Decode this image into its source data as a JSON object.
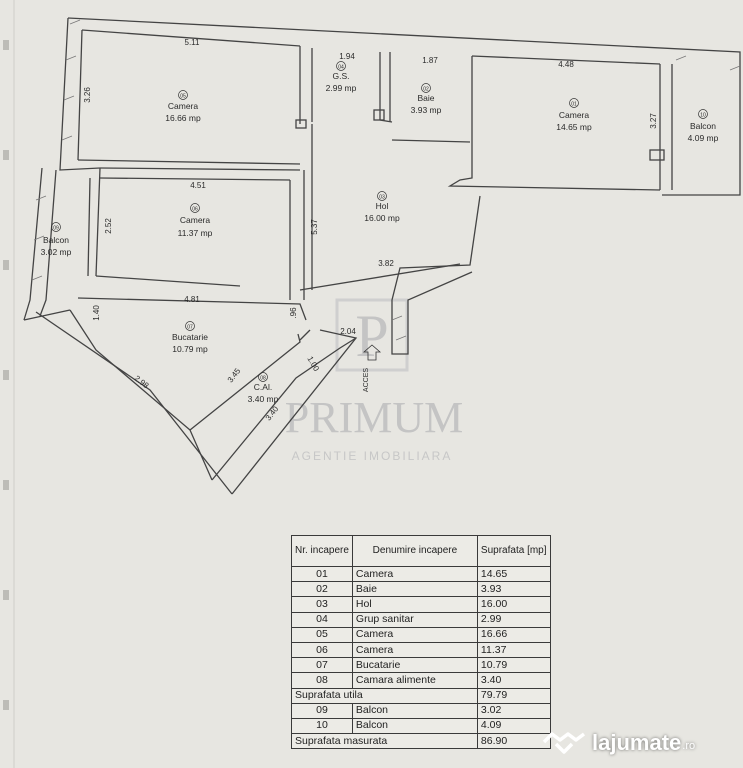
{
  "plan": {
    "rooms": [
      {
        "num": "05",
        "name": "Camera",
        "area": "16.66 mp"
      },
      {
        "num": "04",
        "name": "G.S.",
        "area": "2.99 mp"
      },
      {
        "num": "02",
        "name": "Baie",
        "area": "3.93 mp"
      },
      {
        "num": "01",
        "name": "Camera",
        "area": "14.65 mp"
      },
      {
        "num": "10",
        "name": "Balcon",
        "area": "4.09 mp"
      },
      {
        "num": "03",
        "name": "Hol",
        "area": "16.00 mp"
      },
      {
        "num": "06",
        "name": "Camera",
        "area": "11.37 mp"
      },
      {
        "num": "09",
        "name": "Balcon",
        "area": "3.02 mp"
      },
      {
        "num": "07",
        "name": "Bucatarie",
        "area": "10.79 mp"
      },
      {
        "num": "08",
        "name": "C.Al.",
        "area": "3.40 mp"
      }
    ],
    "dimensions": [
      "5.11",
      "1.94",
      "1.87",
      "4.48",
      "3.26",
      "3.27",
      "4.51",
      "2.52",
      "5.37",
      "3.82",
      "4.81",
      "1.40",
      ".96",
      "2.04",
      "1.00",
      "3.45",
      "3.40",
      "2.98"
    ],
    "access_label": "ACCES"
  },
  "watermark": {
    "logo_letter": "P",
    "name": "PRIMUM",
    "subtitle": "AGENTIE IMOBILIARA"
  },
  "table": {
    "headers": [
      "Nr. incapere",
      "Denumire incapere",
      "Suprafata [mp]"
    ],
    "rows": [
      {
        "nr": "01",
        "name": "Camera",
        "area": "14.65"
      },
      {
        "nr": "02",
        "name": "Baie",
        "area": "3.93"
      },
      {
        "nr": "03",
        "name": "Hol",
        "area": "16.00"
      },
      {
        "nr": "04",
        "name": "Grup sanitar",
        "area": "2.99"
      },
      {
        "nr": "05",
        "name": "Camera",
        "area": "16.66"
      },
      {
        "nr": "06",
        "name": "Camera",
        "area": "11.37"
      },
      {
        "nr": "07",
        "name": "Bucatarie",
        "area": "10.79"
      },
      {
        "nr": "08",
        "name": "Camara alimente",
        "area": "3.40"
      }
    ],
    "useful_label": "Suprafata utila",
    "useful_value": "79.79",
    "balcony_rows": [
      {
        "nr": "09",
        "name": "Balcon",
        "area": "3.02"
      },
      {
        "nr": "10",
        "name": "Balcon",
        "area": "4.09"
      }
    ],
    "measured_label": "Suprafata masurata",
    "measured_value": "86.90"
  },
  "brand": {
    "name": "lajumate",
    "suffix": ".ro",
    "icon": "handshake-icon"
  }
}
